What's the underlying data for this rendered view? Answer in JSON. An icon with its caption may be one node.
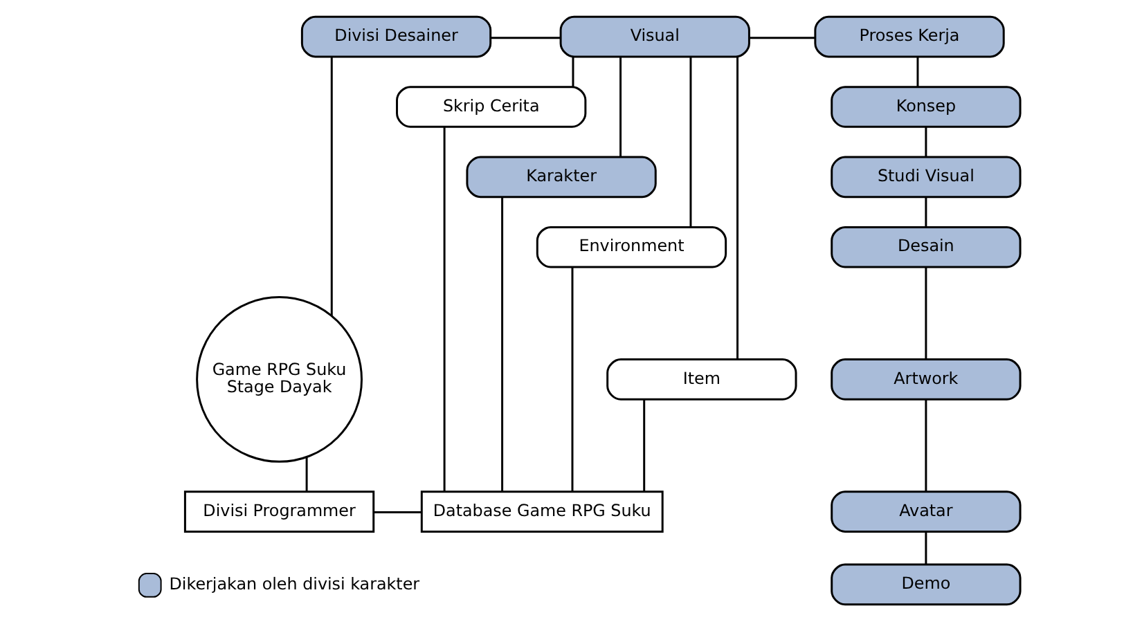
{
  "diagram": {
    "nodes": [
      {
        "text": [
          "Divisi Desainer"
        ]
      },
      {
        "text": [
          "Visual"
        ]
      },
      {
        "text": [
          "Proses Kerja"
        ]
      },
      {
        "text": [
          "Game RPG Suku Stage Dayak"
        ]
      },
      {
        "text": [
          "Skrip Cerita"
        ]
      },
      {
        "text": [
          "Karakter"
        ]
      },
      {
        "text": [
          "Environment"
        ]
      },
      {
        "text": [
          "Item"
        ]
      },
      {
        "text": [
          "Konsep"
        ]
      },
      {
        "text": [
          "Studi Visual"
        ]
      },
      {
        "text": [
          "Desain"
        ]
      },
      {
        "text": [
          "Artwork"
        ]
      },
      {
        "text": [
          "Avatar"
        ]
      },
      {
        "text": [
          "Demo"
        ]
      },
      {
        "text": [
          "Divisi Programmer"
        ]
      },
      {
        "text": [
          "Database Game RPG Suku"
        ]
      }
    ],
    "edges": [
      {
        "from": 0,
        "to": 1,
        "arrow": "none"
      },
      {
        "from": 1,
        "to": 2,
        "arrow": "none"
      },
      {
        "from": 0,
        "to": 3,
        "arrow": "none"
      },
      {
        "from": 3,
        "to": 14,
        "arrow": "none"
      },
      {
        "from": 14,
        "to": 15,
        "arrow": "none"
      },
      {
        "from": 1,
        "to": 4,
        "arrow": "none"
      },
      {
        "from": 1,
        "to": 5,
        "arrow": "none"
      },
      {
        "from": 1,
        "to": 6,
        "arrow": "none"
      },
      {
        "from": 1,
        "to": 7,
        "arrow": "none"
      },
      {
        "from": 4,
        "to": 15,
        "arrow": "none"
      },
      {
        "from": 5,
        "to": 15,
        "arrow": "none"
      },
      {
        "from": 6,
        "to": 15,
        "arrow": "none"
      },
      {
        "from": 7,
        "to": 15,
        "arrow": "none"
      },
      {
        "from": 2,
        "to": 8,
        "arrow": "none"
      },
      {
        "from": 8,
        "to": 9,
        "arrow": "none"
      },
      {
        "from": 9,
        "to": 10,
        "arrow": "none"
      },
      {
        "from": 10,
        "to": 11,
        "arrow": "none"
      },
      {
        "from": 11,
        "to": 12,
        "arrow": "none"
      },
      {
        "from": 12,
        "to": 13,
        "arrow": "none"
      }
    ],
    "legend": [
      {
        "text": "Dikerjakan oleh divisi karakter",
        "color": "#a9bcd9"
      }
    ]
  }
}
